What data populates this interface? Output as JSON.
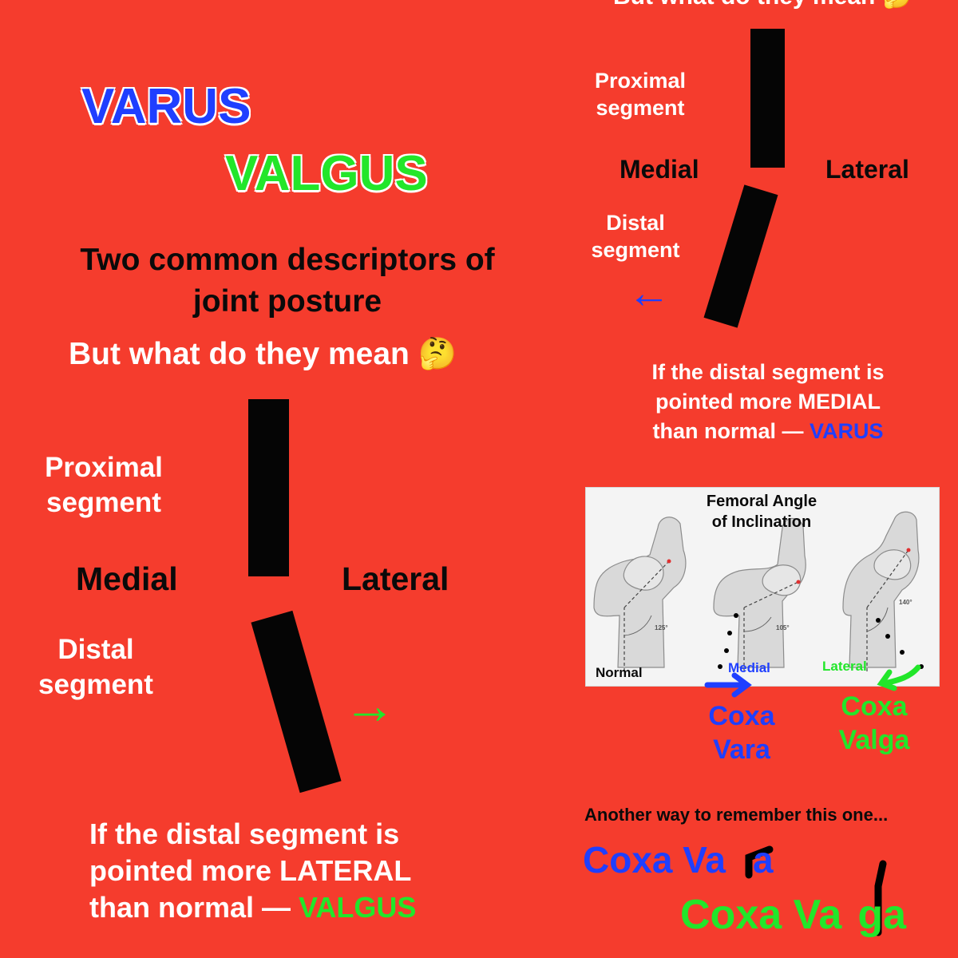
{
  "top_cut_text": "But what do they mean 🤔",
  "title": {
    "varus": "VARUS",
    "valgus": "VALGUS",
    "descriptor": "Two common descriptors of joint posture",
    "question": "But what do they mean 🤔"
  },
  "valgus_panel": {
    "proximal": "Proximal segment",
    "medial": "Medial",
    "lateral": "Lateral",
    "distal": "Distal segment",
    "arrow": "→",
    "caption_line1": "If the distal segment is",
    "caption_line2": "pointed more LATERAL",
    "caption_line3": "than normal — ",
    "caption_term": "VALGUS"
  },
  "varus_panel": {
    "proximal": "Proximal segment",
    "medial": "Medial",
    "lateral": "Lateral",
    "distal": "Distal segment",
    "arrow": "←",
    "caption_line1": "If the distal segment is",
    "caption_line2": "pointed more MEDIAL",
    "caption_line3": "than normal — ",
    "caption_term": "VARUS"
  },
  "figure": {
    "title_line1": "Femoral Angle",
    "title_line2": "of Inclination",
    "normal": "Normal",
    "medial": "Medial",
    "lateral": "Lateral",
    "angle_normal": "125°",
    "angle_vara": "105°",
    "angle_valga": "140°"
  },
  "coxa_vara": "Coxa Vara",
  "coxa_valga": "Coxa Valga",
  "mnemonic": {
    "heading": "Another way to remember this one...",
    "vara_text": "Coxa Va",
    "vara_end": "a",
    "valga_text": "Coxa Va",
    "valga_end": "ga"
  },
  "colors": {
    "background": "#f53c2d",
    "varus": "#1f3fff",
    "valgus": "#22e62a"
  }
}
